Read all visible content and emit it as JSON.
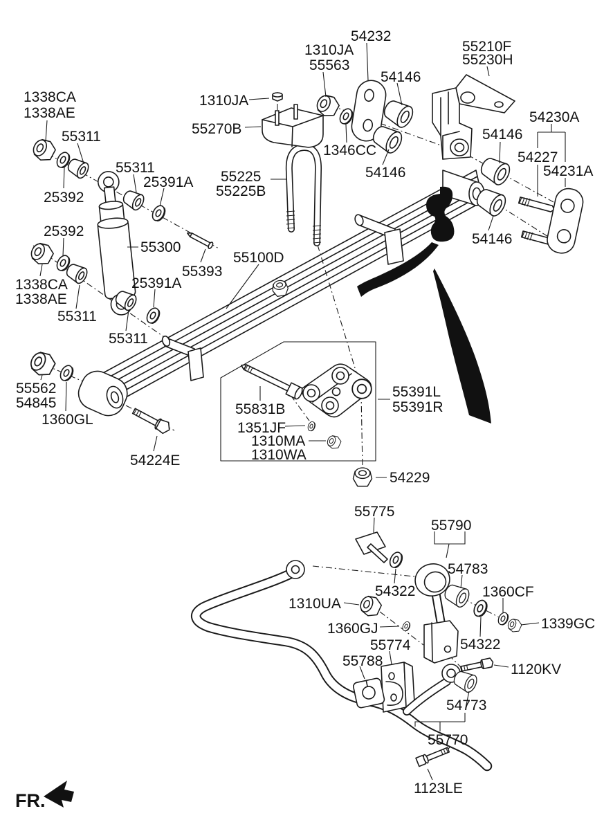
{
  "diagram": {
    "kind": "exploded-parts-diagram",
    "subject": "rear suspension and stabilizer bar",
    "background_color": "#ffffff",
    "line_color": "#1a1a1a",
    "direction_indicator": "FR."
  },
  "labels": [
    {
      "text": "1338CA"
    },
    {
      "text": "1338AE"
    },
    {
      "text": "55311"
    },
    {
      "text": "55311"
    },
    {
      "text": "25391A"
    },
    {
      "text": "25392"
    },
    {
      "text": "1310JA"
    },
    {
      "text": "55270B"
    },
    {
      "text": "55225"
    },
    {
      "text": "55225B"
    },
    {
      "text": "1310JA"
    },
    {
      "text": "55563"
    },
    {
      "text": "54232"
    },
    {
      "text": "54146"
    },
    {
      "text": "55210F"
    },
    {
      "text": "55230H"
    },
    {
      "text": "1346CC"
    },
    {
      "text": "54146"
    },
    {
      "text": "54146"
    },
    {
      "text": "54230A"
    },
    {
      "text": "54227"
    },
    {
      "text": "54231A"
    },
    {
      "text": "25392"
    },
    {
      "text": "55300"
    },
    {
      "text": "55393"
    },
    {
      "text": "55100D"
    },
    {
      "text": "1338CA"
    },
    {
      "text": "1338AE"
    },
    {
      "text": "25391A"
    },
    {
      "text": "55311"
    },
    {
      "text": "55311"
    },
    {
      "text": "54146"
    },
    {
      "text": "55562"
    },
    {
      "text": "54845"
    },
    {
      "text": "1360GL"
    },
    {
      "text": "54224E"
    },
    {
      "text": "55831B"
    },
    {
      "text": "1351JF"
    },
    {
      "text": "1310MA"
    },
    {
      "text": "1310WA"
    },
    {
      "text": "55391L"
    },
    {
      "text": "55391R"
    },
    {
      "text": "54229"
    },
    {
      "text": "55775"
    },
    {
      "text": "55790"
    },
    {
      "text": "54783"
    },
    {
      "text": "54322"
    },
    {
      "text": "1310UA"
    },
    {
      "text": "1360CF"
    },
    {
      "text": "1360GJ"
    },
    {
      "text": "1339GC"
    },
    {
      "text": "55774"
    },
    {
      "text": "54322"
    },
    {
      "text": "55788"
    },
    {
      "text": "1120KV"
    },
    {
      "text": "54773"
    },
    {
      "text": "55770"
    },
    {
      "text": "1123LE"
    },
    {
      "text": "FR."
    }
  ]
}
